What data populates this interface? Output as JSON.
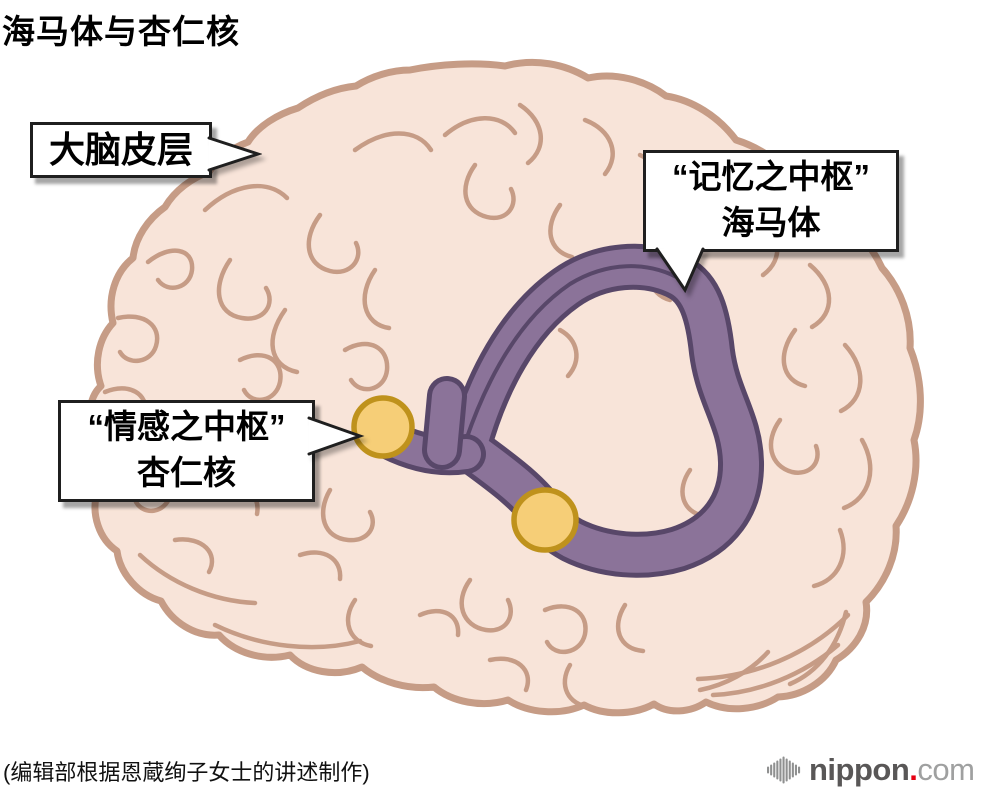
{
  "title": "海马体与杏仁核",
  "callouts": {
    "cortex": {
      "label": "大脑皮层"
    },
    "hippocampus": {
      "line1": "“记忆之中枢”",
      "line2": "海马体"
    },
    "amygdala": {
      "line1": "“情感之中枢”",
      "line2": "杏仁核"
    }
  },
  "caption": "(编辑部根据恩蔵绚子女士的讲述制作)",
  "logo": {
    "brand": "nippon",
    "dot": ".",
    "tld": "com"
  },
  "colors": {
    "brain-fill": "#f8e4d9",
    "brain-line": "#c69c86",
    "hippo-fill": "#8b7399",
    "hippo-dark": "#584769",
    "amygdala-fill": "#f6ce77",
    "amygdala-line": "#bf921c",
    "logo-red": "#e60012",
    "logo-gray": "#595757",
    "logo-light-gray": "#9fa0a0"
  }
}
